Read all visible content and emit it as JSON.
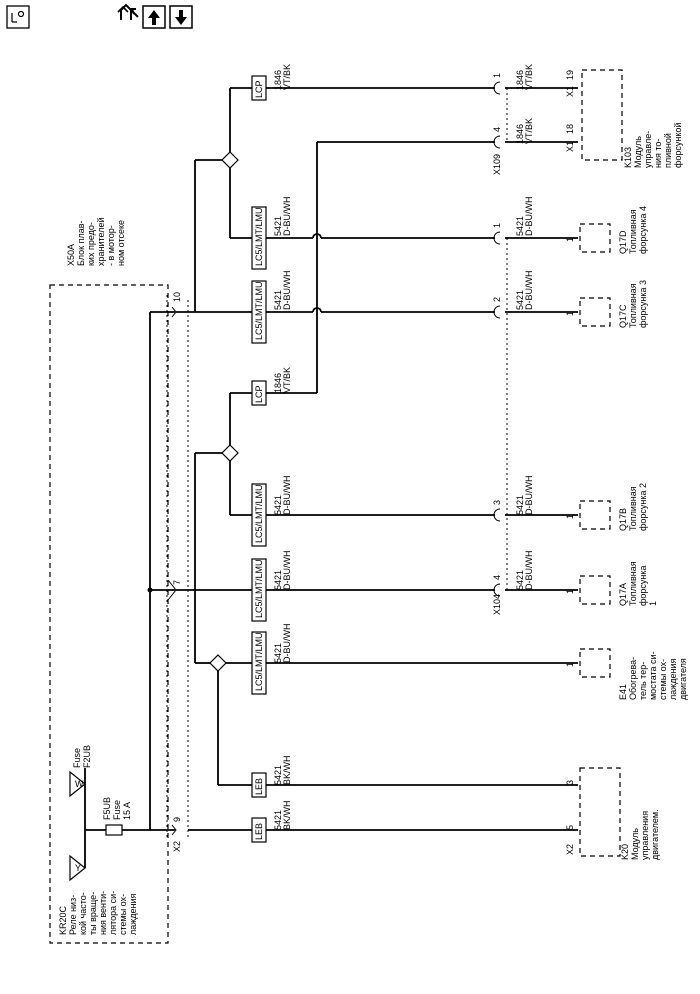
{
  "toolbar": {
    "buttons": [
      {
        "name": "connector-view-button",
        "icon": "connector-icon"
      },
      {
        "name": "circuit-trace-button",
        "icon": "circuit-trace-icon"
      },
      {
        "name": "page-up-button",
        "icon": "arrow-up-icon"
      },
      {
        "name": "page-down-button",
        "icon": "arrow-down-icon"
      }
    ]
  },
  "x50a": {
    "id": "X50A",
    "line1": "Блок плав-",
    "line2": "ких предо-",
    "line3": "хранителей",
    "line4": "- в мотор-",
    "line5": "ном отсеке"
  },
  "kr20c": {
    "id": "KR20C",
    "line1": "Реле низ-",
    "line2": "кой часто-",
    "line3": "ты враще-",
    "line4": "ния венти-",
    "line5": "лятора си-",
    "line6": "стемы ох-",
    "line7": "лаждения",
    "terminal": "Y"
  },
  "fuse_f2ub": {
    "label": "Fuse",
    "id": "F2UB",
    "terminal": "W"
  },
  "fuse_f5ub": {
    "id": "F5UB",
    "label": "Fuse",
    "rating": "15 A"
  },
  "x2_bottom": {
    "label": "X2",
    "pin": "9"
  },
  "x2_pin7": "7",
  "x2_pin10": "10",
  "options": {
    "lcp": "LCP",
    "lc5": "LC5/LMT/LMU",
    "leb": "LEB"
  },
  "wires": {
    "w1846": {
      "num": "1846",
      "color": "VT/BK"
    },
    "w5421a": {
      "num": "5421",
      "color": "D-BU/WH"
    },
    "w5421b": {
      "num": "5421",
      "color": "BK/WH"
    }
  },
  "x109": {
    "label": "X109",
    "pin1": "1",
    "pin4": "4"
  },
  "x104": {
    "label": "X104",
    "pin1": "1",
    "pin2": "2",
    "pin3": "3",
    "pin4": "4"
  },
  "k103": {
    "id": "K103",
    "line1": "Модуль",
    "line2": "управле-",
    "line3": "ния то-",
    "line4": "пливной",
    "line5": "форсункой",
    "x1a": "X1",
    "pin19": "19",
    "x1b": "X1",
    "pin18": "18"
  },
  "q17d": {
    "id": "Q17D",
    "line1": "Топливная",
    "line2": "форсунка 4",
    "pin": "1"
  },
  "q17c": {
    "id": "Q17C",
    "line1": "Топливная",
    "line2": "форсунка 3",
    "pin": "1"
  },
  "q17b": {
    "id": "Q17B",
    "line1": "Топливная",
    "line2": "форсунка 2",
    "pin": "1"
  },
  "q17a": {
    "id": "Q17A",
    "line1": "Топливная",
    "line2": "форсунка",
    "line3": "1",
    "pin": "1"
  },
  "e41": {
    "id": "E41",
    "line1": "Обогрева-",
    "line2": "тель тер-",
    "line3": "мостата си-",
    "line4": "стемы ох-",
    "line5": "лаждения",
    "line6": "двигателя",
    "pin": "1"
  },
  "k20": {
    "id": "K20",
    "line1": "Модуль",
    "line2": "управления",
    "line3": "двигателем.",
    "x2": "X2",
    "pin3": "3",
    "pin5": "5"
  }
}
